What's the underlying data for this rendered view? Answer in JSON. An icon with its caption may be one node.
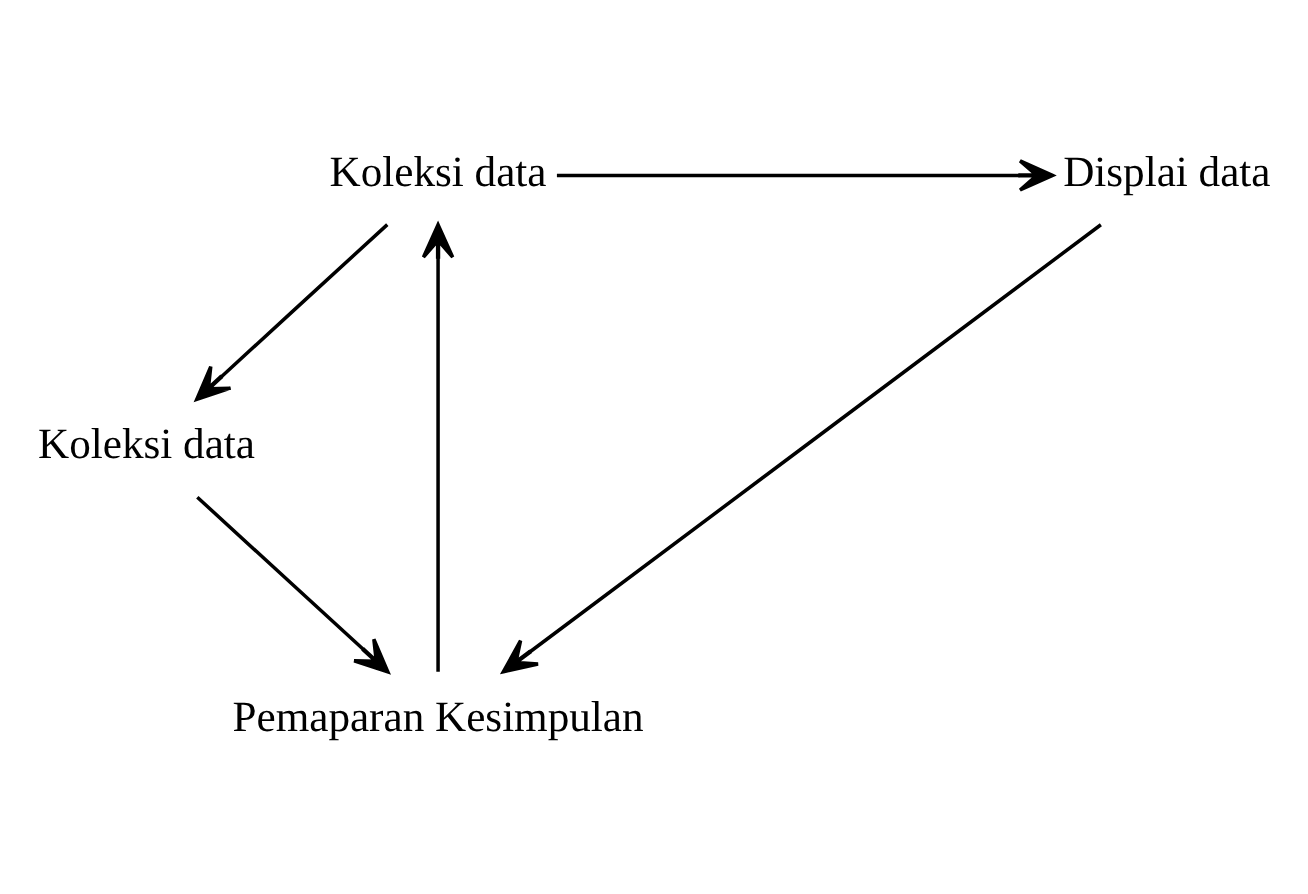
{
  "diagram": {
    "nodes": [
      {
        "text": [
          "Koleksi data"
        ]
      },
      {
        "text": [
          "Displai data"
        ]
      },
      {
        "text": [
          "Koleksi data"
        ]
      },
      {
        "text": [
          "Pemaparan Kesimpulan"
        ]
      }
    ],
    "edges": [
      {
        "from": 0,
        "to": 1,
        "arrow": "to"
      },
      {
        "from": 0,
        "to": 2,
        "arrow": "to"
      },
      {
        "from": 1,
        "to": 3,
        "arrow": "to"
      },
      {
        "from": 2,
        "to": 3,
        "arrow": "to"
      },
      {
        "from": 3,
        "to": 0,
        "arrow": "to"
      }
    ]
  }
}
